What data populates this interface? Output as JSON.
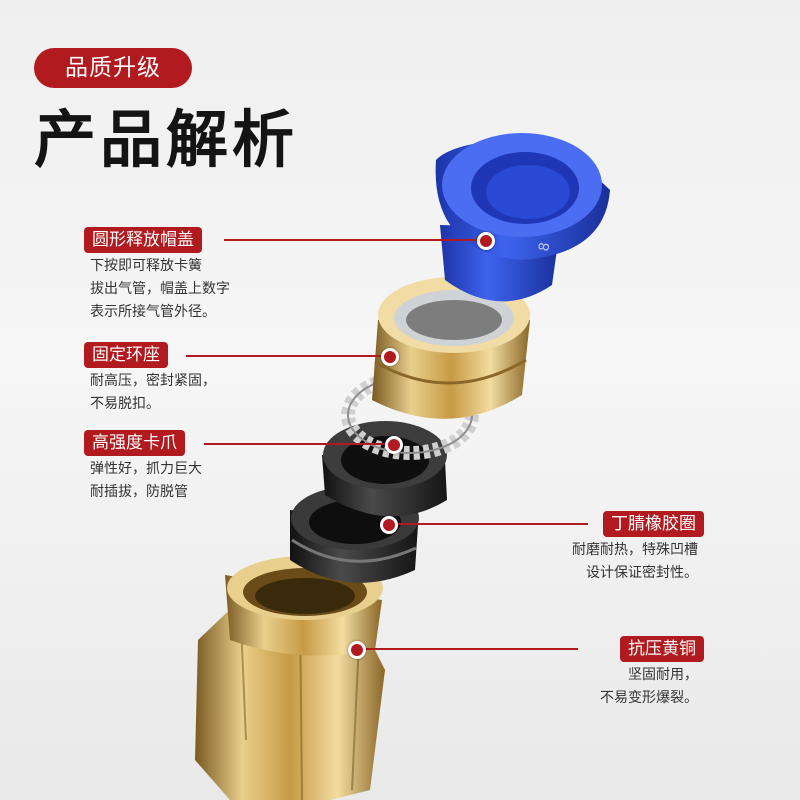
{
  "badge": "品质升级",
  "headline": "产品解析",
  "callouts": {
    "cap": {
      "label": "圆形释放帽盖",
      "desc": "下按即可释放卡簧\n拔出气管，帽盖上数字\n表示所接气管外径。"
    },
    "seat": {
      "label": "固定环座",
      "desc": "耐高压，密封紧固，\n不易脱扣。"
    },
    "claw": {
      "label": "高强度卡爪",
      "desc": "弹性好，抓力巨大\n耐插拔，防脱管"
    },
    "oring": {
      "label": "丁腈橡胶圈",
      "desc": "耐磨耐热，特殊凹槽\n设计保证密封性。"
    },
    "brass": {
      "label": "抗压黄铜",
      "desc": "坚固耐用，\n不易变形爆裂。"
    }
  },
  "cap_marking": "8",
  "colors": {
    "accent": "#b11a1e",
    "cap_blue": "#2c4fd6",
    "brass": "#c9a45a",
    "rubber": "#2b2b2b"
  }
}
